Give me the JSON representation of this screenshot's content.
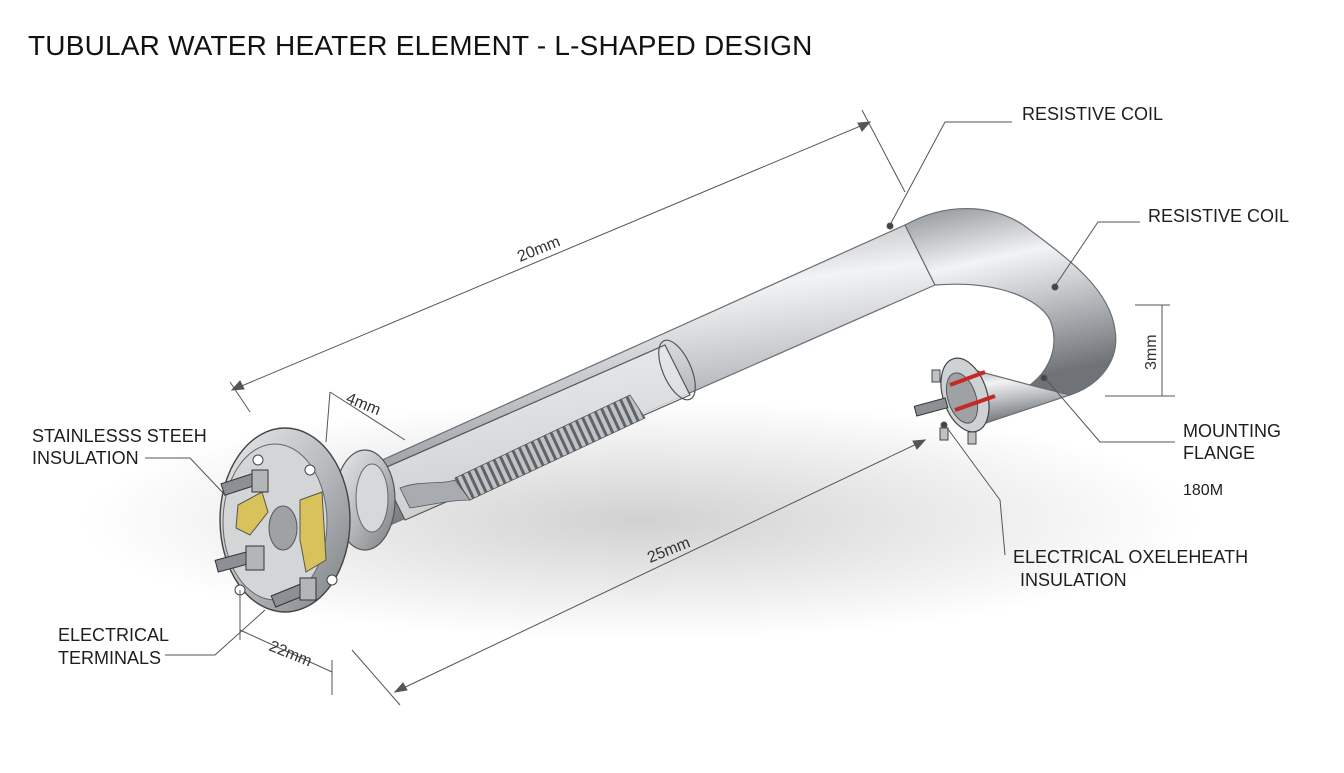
{
  "title": "TUBULAR WATER HEATER ELEMENT - L-SHAPED DESIGN",
  "labels": {
    "resistive_coil_top": "RESISTIVE COIL",
    "resistive_coil_right": "RESISTIVE COIL",
    "stainless_line1": "STAINLESSS STEEH",
    "stainless_line2": "INSULATION",
    "mounting_line1": "MOUNTING",
    "mounting_line2": "FLANGE",
    "mounting_value": "180M",
    "electrical_ox_line1": "ELECTRICAL OXELEHEATH",
    "electrical_ox_line2": "INSULATION",
    "terminals_line1": "ELECTRICAL",
    "terminals_line2": "TERMINALS"
  },
  "dimensions": {
    "length_top": "20mm",
    "small_gap": "4mm",
    "length_bottom": "25mm",
    "flange_width": "22mm",
    "tube_height": "3mm"
  },
  "colors": {
    "steel_dark": "#7d8184",
    "steel_light": "#eef0f1",
    "terminal_brass": "#d8c25a",
    "coil_red": "#c62828",
    "line": "#555555"
  }
}
